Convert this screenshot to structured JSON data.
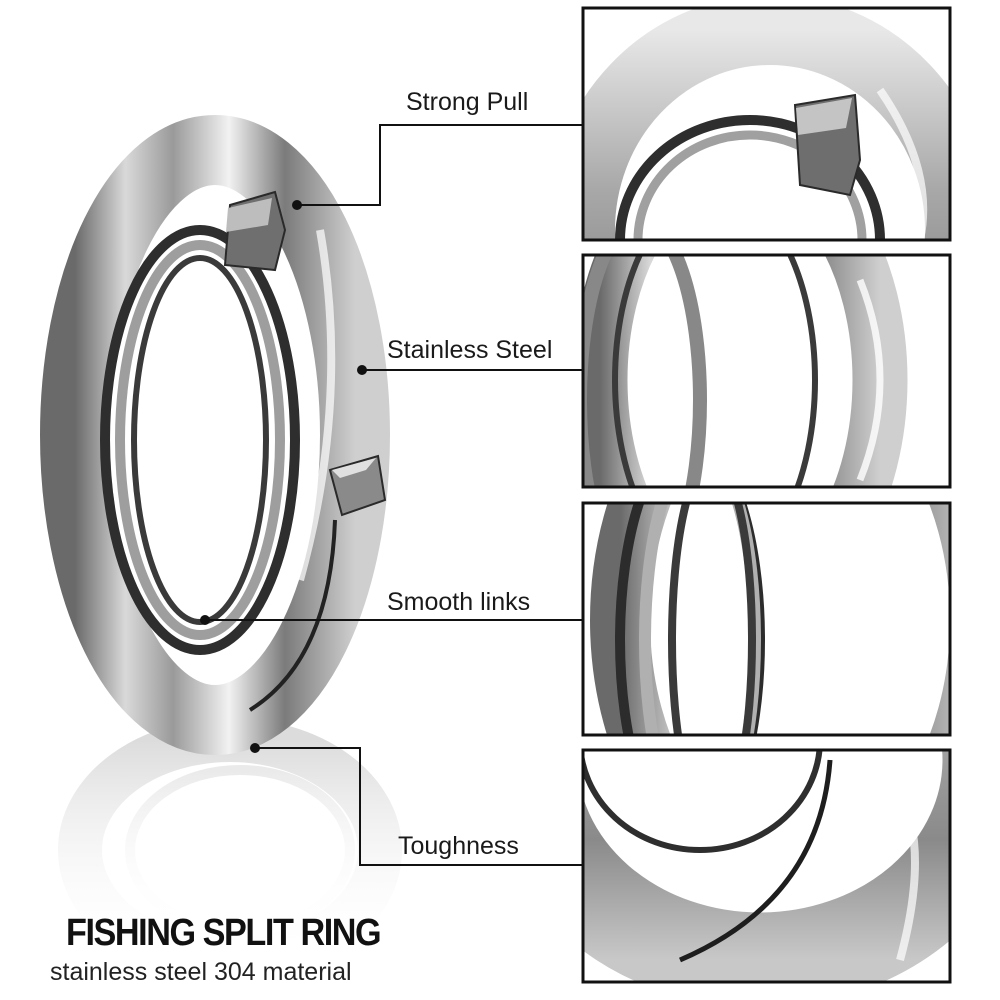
{
  "product": {
    "title": "FISHING SPLIT RING",
    "subtitle": "stainless steel 304 material"
  },
  "callouts": [
    {
      "label": "Strong Pull"
    },
    {
      "label": "Stainless Steel"
    },
    {
      "label": "Smooth links"
    },
    {
      "label": "Toughness"
    }
  ],
  "colors": {
    "metal_dark": "#3a3a3a",
    "metal_mid": "#8c8c8c",
    "metal_light": "#e6e6e6",
    "frame": "#111111",
    "background": "#ffffff"
  }
}
